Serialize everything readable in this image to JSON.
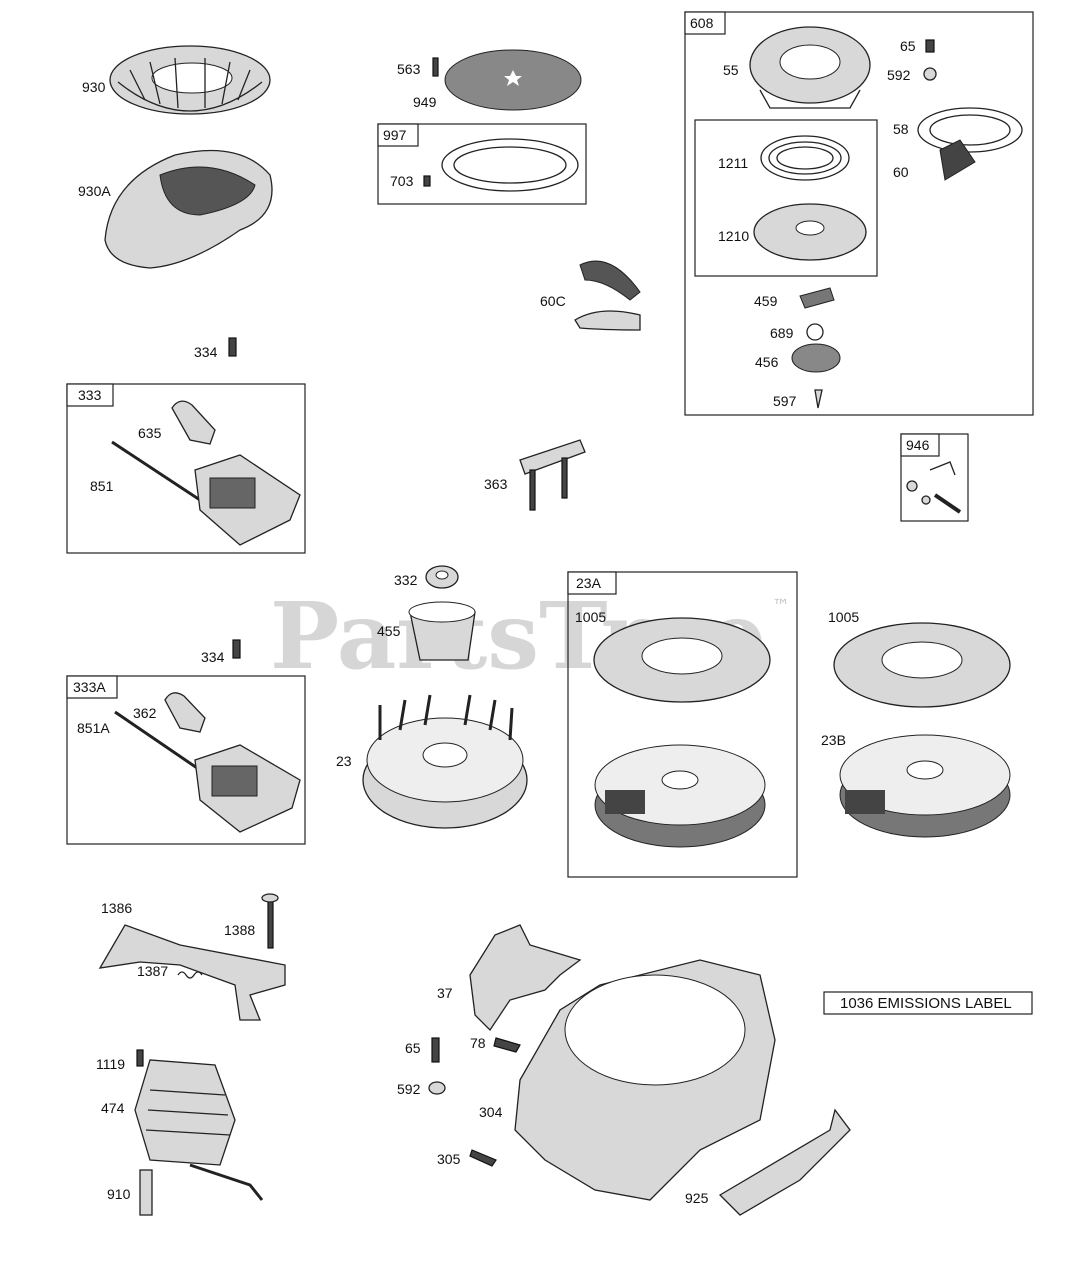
{
  "watermark": {
    "text": "PartsTree",
    "trademark": "™"
  },
  "boxes": {
    "b608": "608",
    "b997": "997",
    "b333": "333",
    "b333A": "333A",
    "b23A": "23A",
    "b946": "946"
  },
  "labels": {
    "l930": "930",
    "l930A": "930A",
    "l563": "563",
    "l949": "949",
    "l703": "703",
    "l60C": "60C",
    "l55": "55",
    "l65a": "65",
    "l592a": "592",
    "l58": "58",
    "l60": "60",
    "l1211": "1211",
    "l1210": "1210",
    "l459": "459",
    "l689": "689",
    "l456": "456",
    "l597": "597",
    "l334a": "334",
    "l635": "635",
    "l851": "851",
    "l363": "363",
    "l332": "332",
    "l455": "455",
    "l1005a": "1005",
    "l1005b": "1005",
    "l334b": "334",
    "l362": "362",
    "l851A": "851A",
    "l23": "23",
    "l23B": "23B",
    "l1386": "1386",
    "l1388": "1388",
    "l1387": "1387",
    "l37": "37",
    "l65b": "65",
    "l78": "78",
    "l592b": "592",
    "l304": "304",
    "l1119": "1119",
    "l474": "474",
    "l305": "305",
    "l910": "910",
    "l925": "925"
  },
  "emissions_label": "1036 EMISSIONS LABEL"
}
